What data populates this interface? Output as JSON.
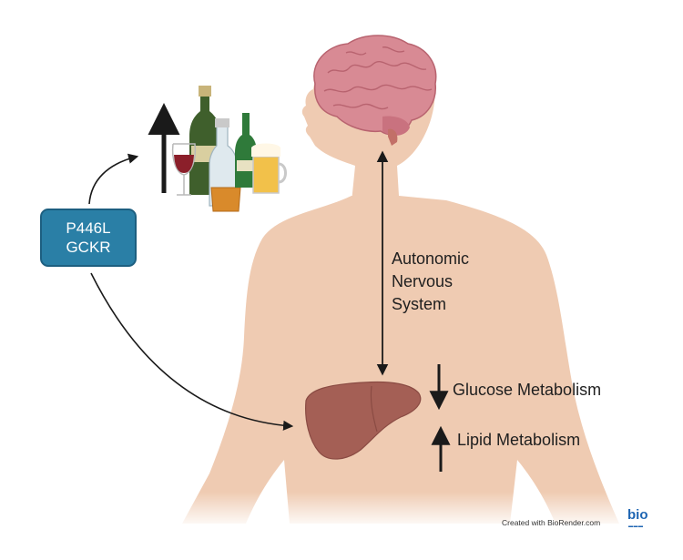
{
  "gene": {
    "line1": "P446L",
    "line2": "GCKR"
  },
  "nervous_system": {
    "line1": "Autonomic",
    "line2": "Nervous",
    "line3": "System"
  },
  "glucose": {
    "label": "Glucose Metabolism",
    "direction": "decrease"
  },
  "lipid": {
    "label": "Lipid Metabolism",
    "direction": "increase"
  },
  "alcohol": {
    "direction": "increase"
  },
  "credit": {
    "text": "Created with BioRender.com",
    "logo": "bio"
  },
  "colors": {
    "skin": "#efcbb2",
    "brain": "#d88a94",
    "liver": "#a45f55",
    "gene_box": "#2a7fa6",
    "arrow": "#1a1a1a"
  }
}
